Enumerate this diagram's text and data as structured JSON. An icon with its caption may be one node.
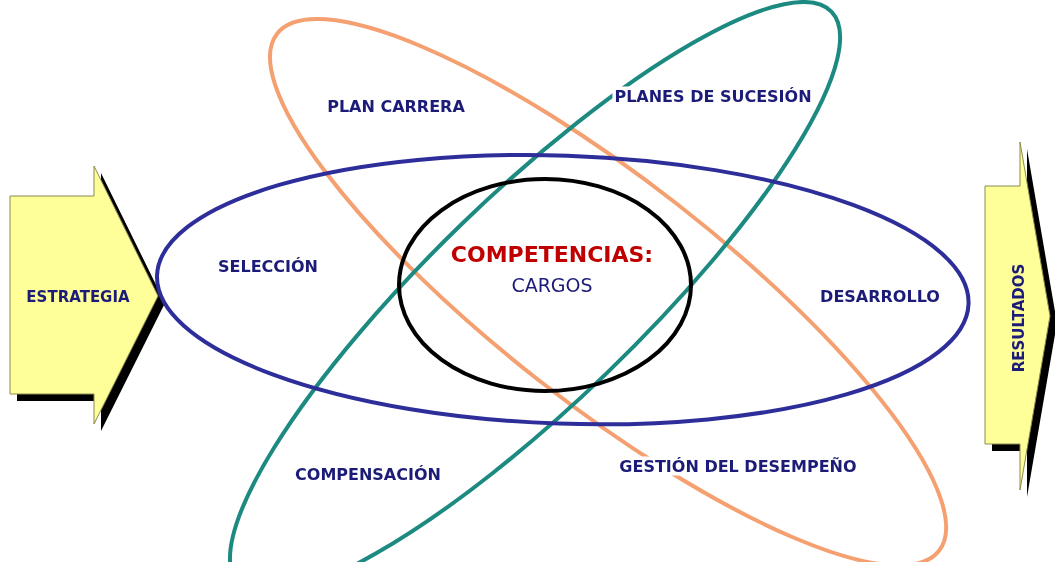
{
  "diagram": {
    "nodes": [
      {
        "text": [
          "ESTRATEGIA"
        ]
      },
      {
        "text": [
          "PLAN CARRERA",
          "GESTIÓN DEL DESEMPEÑO"
        ]
      },
      {
        "text": [
          "PLANES DE SUCESIÓN",
          "COMPENSACIÓN"
        ]
      },
      {
        "text": [
          "SELECCIÓN",
          "DESARROLLO"
        ]
      },
      {
        "text": [
          "COMPETENCIAS:",
          "CARGOS"
        ]
      },
      {
        "text": [
          "RESULTADOS"
        ]
      }
    ],
    "edges": []
  }
}
